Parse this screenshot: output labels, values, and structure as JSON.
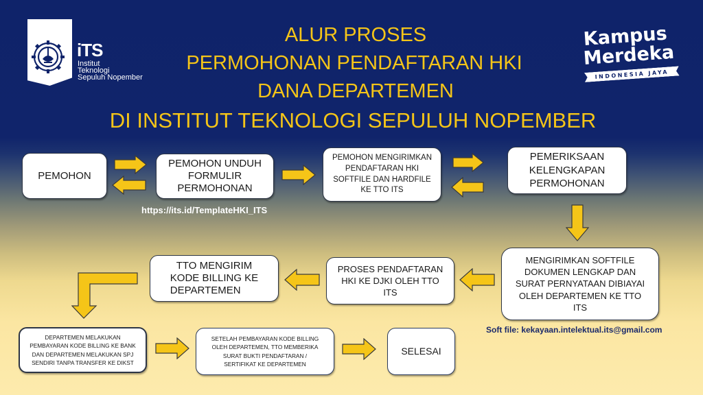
{
  "header": {
    "title_lines": [
      "ALUR PROSES",
      "PERMOHONAN PENDAFTARAN HKI",
      "DANA DEPARTEMEN",
      "DI INSTITUT TEKNOLOGI SEPULUH NOPEMBER"
    ],
    "title_color": "#f5c518",
    "background_top": "#0f236a",
    "background_bottom": "#fdebad"
  },
  "logos": {
    "its": {
      "icon": "gear-lotus-emblem-icon",
      "wordmark": "iTS",
      "lines": [
        "Institut",
        "Teknologi",
        "Sepuluh Nopember"
      ]
    },
    "kampus_merdeka": {
      "line1": "Kampus",
      "line2": "Merdeka",
      "ribbon": "INDONESIA JAYA"
    }
  },
  "flow": {
    "steps": [
      {
        "id": "pemohon",
        "lines": [
          "PEMOHON"
        ]
      },
      {
        "id": "unduh-formulir",
        "lines": [
          "PEMOHON UNDUH",
          "FORMULIR",
          "PERMOHONAN"
        ]
      },
      {
        "id": "kirim-pendaftaran",
        "lines": [
          "PEMOHON MENGIRIMKAN",
          "PENDAFTARAN HKI",
          "SOFTFILE DAN HARDFILE",
          "KE TTO ITS"
        ]
      },
      {
        "id": "pemeriksaan",
        "lines": [
          "PEMERIKSAAN",
          "KELENGKAPAN",
          "PERMOHONAN"
        ]
      },
      {
        "id": "kirim-softfile",
        "lines": [
          "MENGIRIMKAN SOFTFILE",
          "DOKUMEN LENGKAP DAN",
          "SURAT PERNYATAAN DIBIAYAI",
          "OLEH DEPARTEMEN KE TTO",
          "ITS"
        ]
      },
      {
        "id": "proses-djki",
        "lines": [
          "PROSES PENDAFTARAN",
          "HKI KE DJKI OLEH TTO",
          "ITS"
        ]
      },
      {
        "id": "kode-billing",
        "lines": [
          "TTO  MENGIRIM",
          "KODE BILLING KE",
          "DEPARTEMEN"
        ]
      },
      {
        "id": "pembayaran",
        "lines": [
          "DEPARTEMEN MELAKUKAN",
          "PEMBAYARAN KODE BILLING KE BANK",
          "DAN DEPARTEMEN MELAKUKAN SPJ",
          "SENDIRI TANPA TRANSFER KE DIKST"
        ]
      },
      {
        "id": "bukti",
        "lines": [
          "SETELAH PEMBAYARAN KODE BILLING",
          "OLEH DEPARTEMEN, TTO MEMBERIKA",
          "SURAT BUKTI PENDAFTARAN /",
          "SERTIFIKAT KE DEPARTEMEN"
        ]
      },
      {
        "id": "selesai",
        "lines": [
          "SELESAI"
        ]
      }
    ],
    "arrows": [
      {
        "from": "pemohon",
        "to": "unduh-formulir",
        "direction": "right"
      },
      {
        "from": "unduh-formulir",
        "to": "pemohon",
        "direction": "left"
      },
      {
        "from": "unduh-formulir",
        "to": "kirim-pendaftaran",
        "direction": "right"
      },
      {
        "from": "kirim-pendaftaran",
        "to": "pemeriksaan",
        "direction": "right"
      },
      {
        "from": "pemeriksaan",
        "to": "kirim-pendaftaran",
        "direction": "left"
      },
      {
        "from": "pemeriksaan",
        "to": "kirim-softfile",
        "direction": "down"
      },
      {
        "from": "kirim-softfile",
        "to": "proses-djki",
        "direction": "left"
      },
      {
        "from": "proses-djki",
        "to": "kode-billing",
        "direction": "left"
      },
      {
        "from": "kode-billing",
        "to": "pembayaran",
        "direction": "bent-down"
      },
      {
        "from": "pembayaran",
        "to": "bukti",
        "direction": "right"
      },
      {
        "from": "bukti",
        "to": "selesai",
        "direction": "right"
      }
    ],
    "arrow_color": "#f5c518",
    "arrow_outline": "#3a3a3a"
  },
  "captions": {
    "template_link": "https://its.id/TemplateHKI_ITS",
    "softfile_email": "Soft file: kekayaan.intelektual.its@gmail.com"
  }
}
